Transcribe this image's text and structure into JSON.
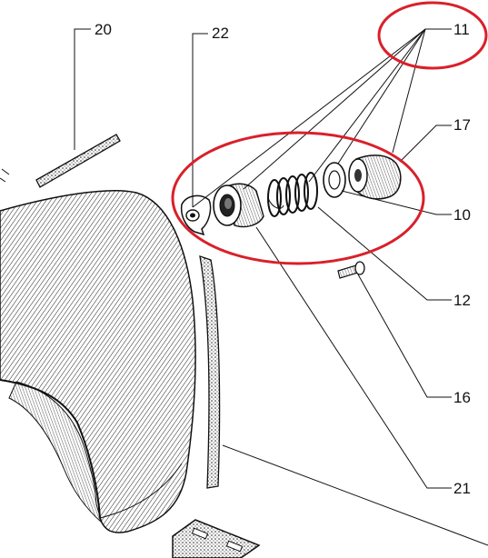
{
  "callouts": [
    {
      "id": "20",
      "text": "20"
    },
    {
      "id": "22",
      "text": "22"
    },
    {
      "id": "11",
      "text": "11"
    },
    {
      "id": "17",
      "text": "17"
    },
    {
      "id": "10",
      "text": "10"
    },
    {
      "id": "12",
      "text": "12"
    },
    {
      "id": "16",
      "text": "16"
    },
    {
      "id": "21",
      "text": "21"
    }
  ],
  "highlight_color": "#d9202a",
  "ink_color": "#111111"
}
